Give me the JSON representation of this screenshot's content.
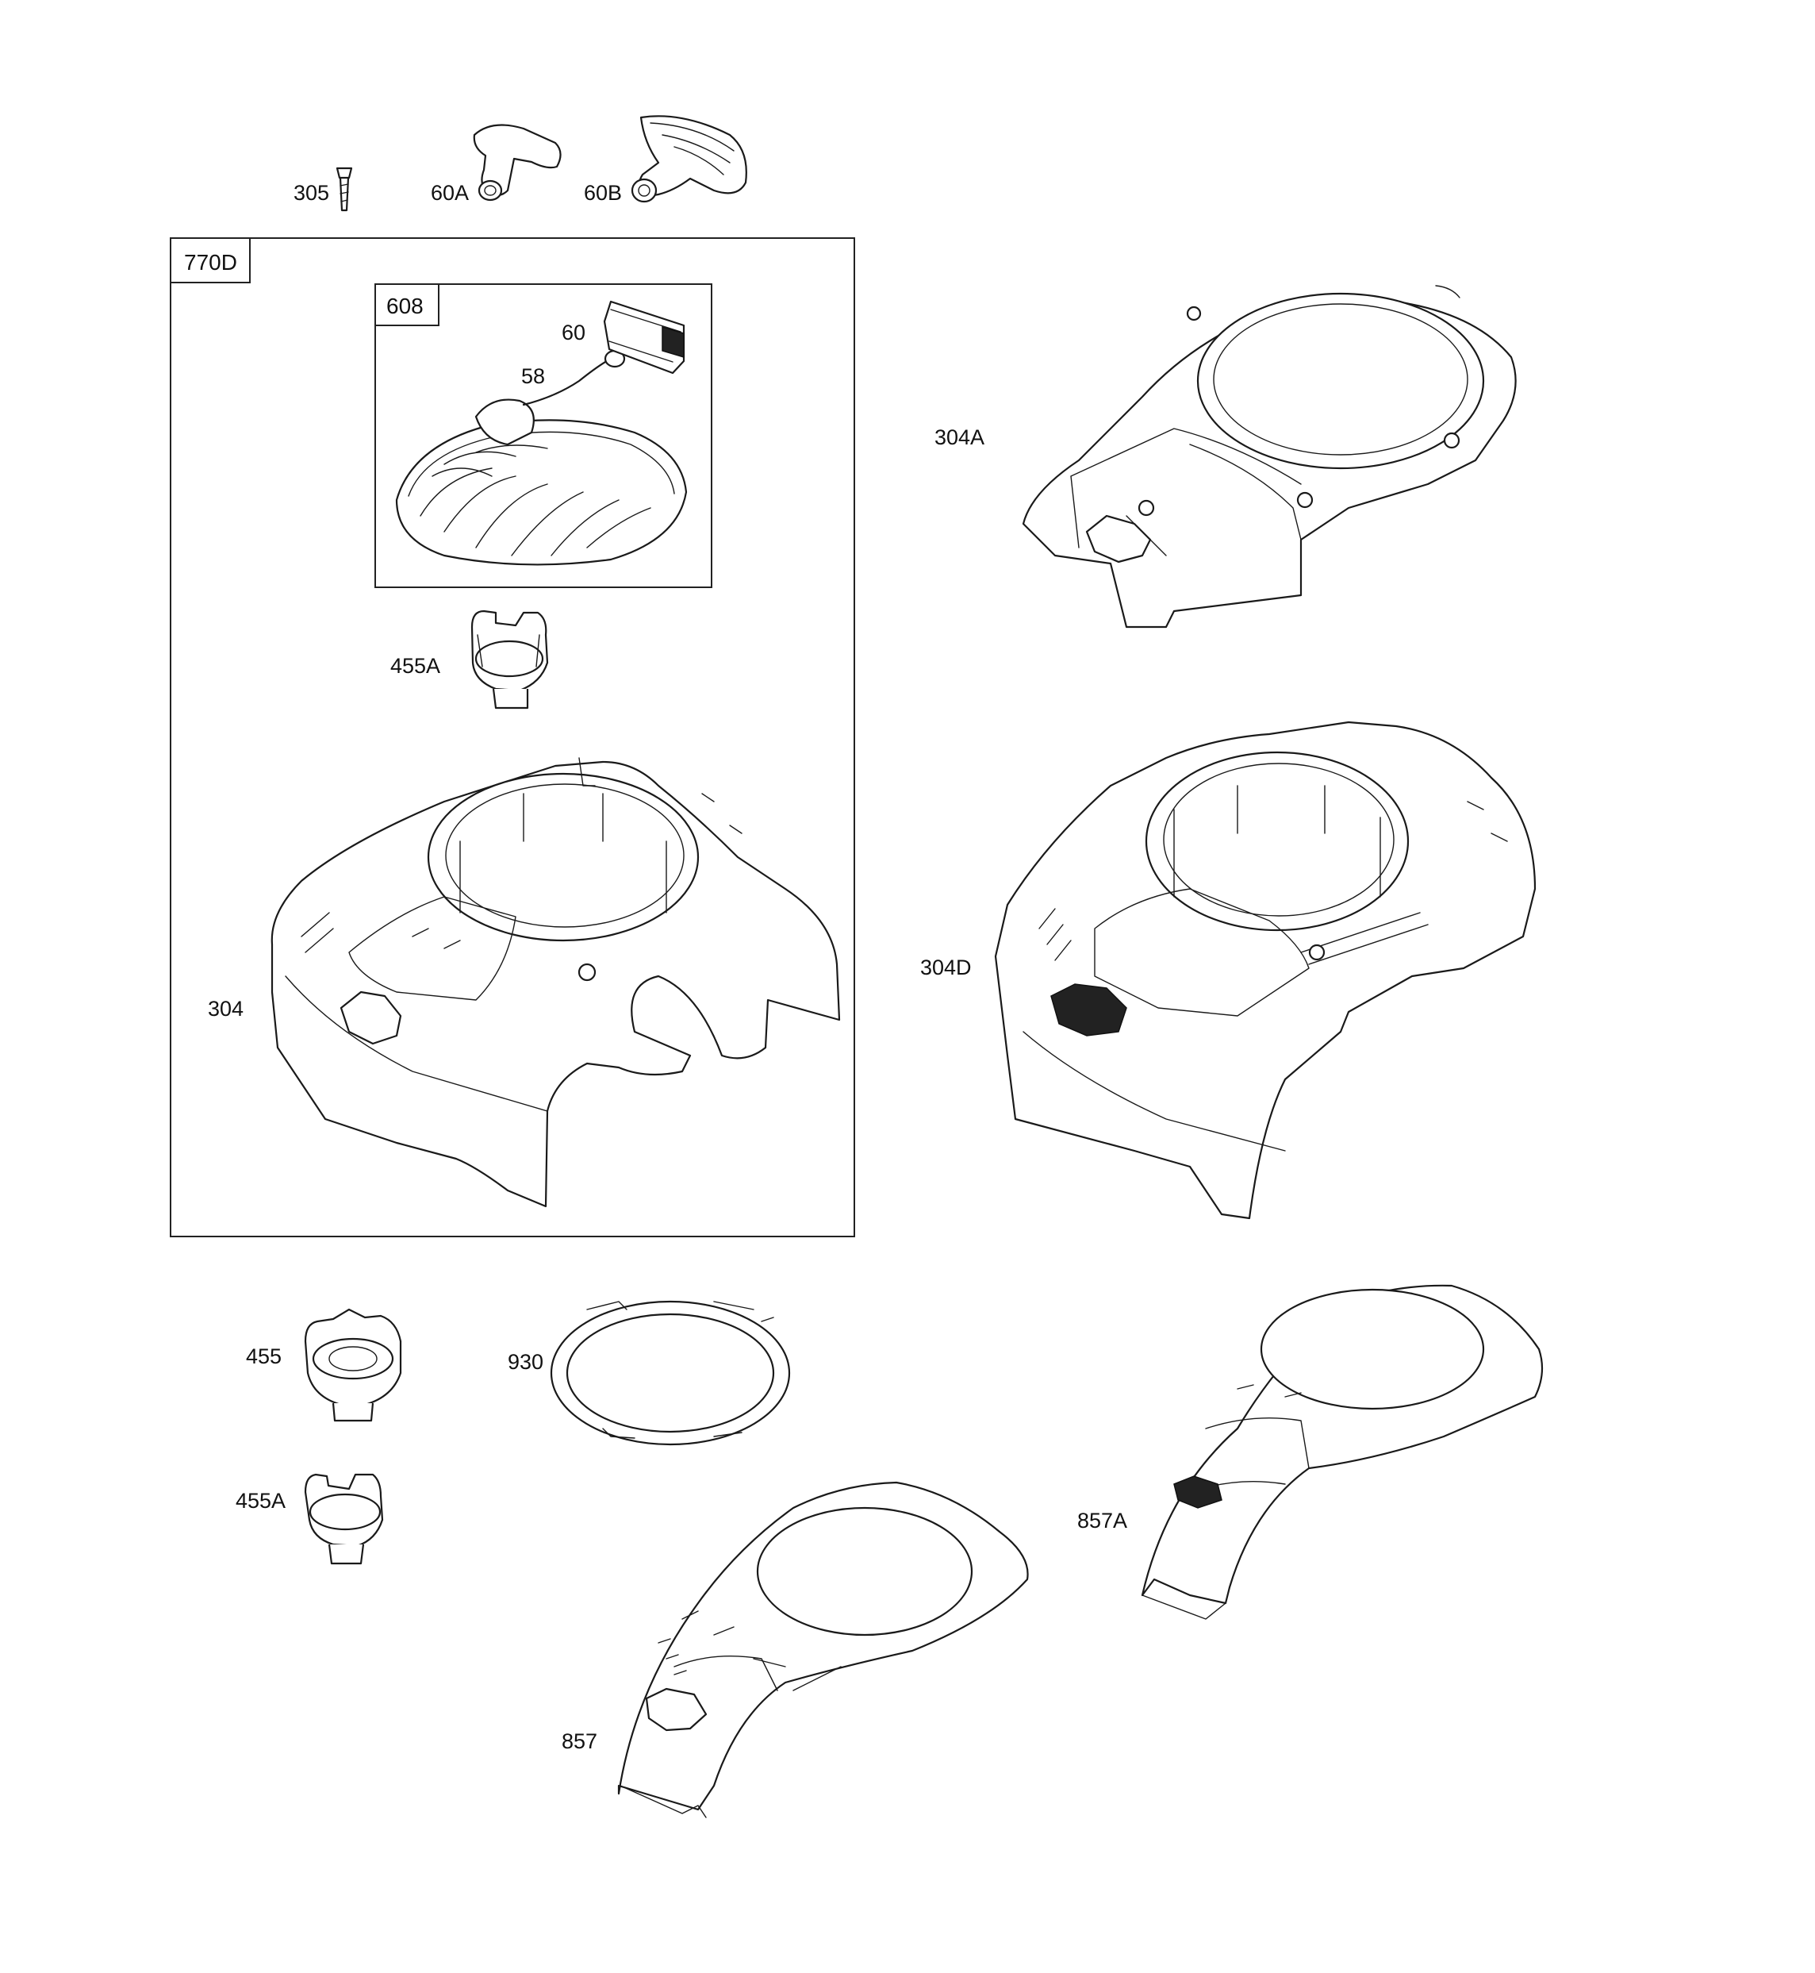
{
  "diagram": {
    "assembly_box": {
      "label": "770D"
    },
    "subassembly_box": {
      "label": "608"
    },
    "callouts": {
      "c305": "305",
      "c60a": "60A",
      "c60b": "60B",
      "c60": "60",
      "c58": "58",
      "c455a_in": "455A",
      "c304": "304",
      "c304a": "304A",
      "c304d": "304D",
      "c455": "455",
      "c930": "930",
      "c455a": "455A",
      "c857a": "857A",
      "c857": "857"
    }
  }
}
